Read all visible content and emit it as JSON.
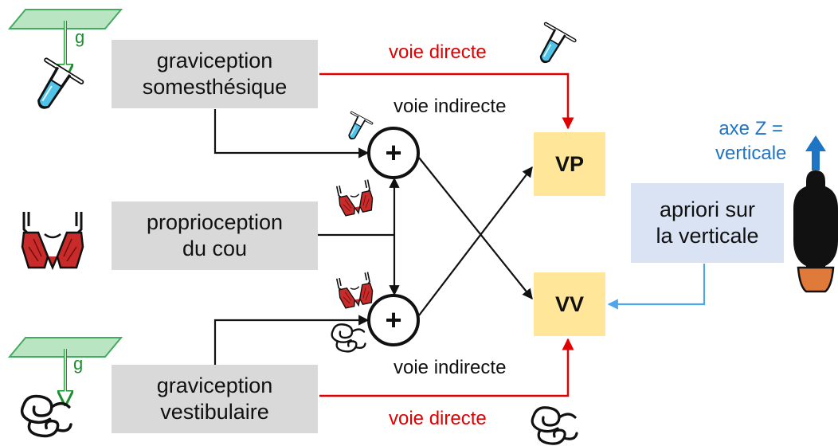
{
  "nodes": {
    "grav_somes": "graviception\nsomesthésique",
    "proprio": "proprioception\ndu cou",
    "grav_vest": "graviception\nvestibulaire",
    "vp": "VP",
    "vv": "VV",
    "apriori": "apriori sur\nla verticale"
  },
  "labels": {
    "voie_directe_top": "voie directe",
    "voie_directe_bottom": "voie directe",
    "voie_indirecte_top": "voie indirecte",
    "voie_indirecte_bottom": "voie indirecte",
    "g_top": "g",
    "g_bottom": "g",
    "axe_z": "axe Z =\nverticale",
    "sum_symbol": "+"
  },
  "icons": [
    "gravity-plane-icon",
    "test-tube-icon",
    "neck-muscles-icon",
    "inner-ear-icon",
    "head-silhouette-icon",
    "vertical-arrow-icon"
  ],
  "colors": {
    "direct_path": "#e00000",
    "indirect_path": "#111111",
    "prior_path": "#4ea6ea",
    "axis_arrow": "#1f74c4",
    "gravity_green": "#1a8f2e",
    "box_gray": "#d9d9d9",
    "box_yellow": "#ffe699",
    "box_lavender": "#dae3f3",
    "muscle_red": "#c92a2a",
    "bust_orange": "#e07a3a"
  }
}
